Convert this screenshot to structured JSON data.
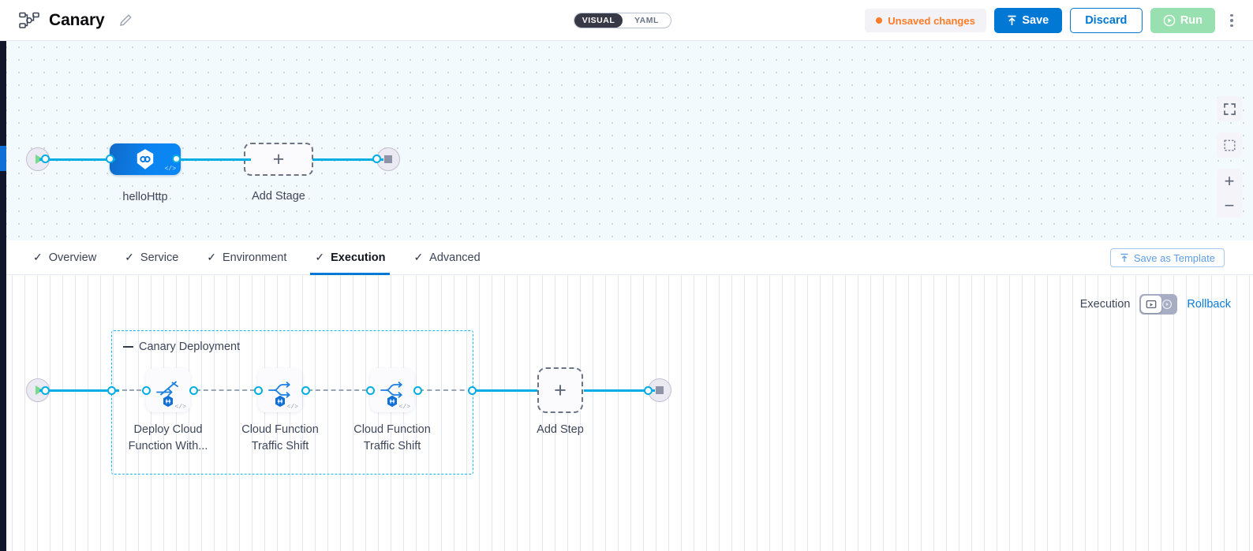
{
  "header": {
    "pipeline_icon": "pipeline-nodes-icon",
    "title": "Canary",
    "edit_icon": "pencil-edit-icon",
    "view_toggle": {
      "options": [
        "VISUAL",
        "YAML"
      ],
      "selected": "VISUAL"
    },
    "unsaved": {
      "label": "Unsaved changes",
      "dot_color": "#ff7b26",
      "text_color": "#ff7b26"
    },
    "save_label": "Save",
    "save_icon": "upload-arrow-icon",
    "discard_label": "Discard",
    "run_label": "Run",
    "run_icon": "play-circle-icon",
    "menu_icon": "kebab-menu-icon",
    "colors": {
      "save_bg": "#0278d5",
      "discard_border": "#0278d5",
      "run_bg": "#99e0b0"
    }
  },
  "stage_canvas": {
    "start_icon": "play-start-icon",
    "end_icon": "stop-end-icon",
    "stage": {
      "name": "helloHttp",
      "icon": "harness-hexagon-icon",
      "code_tag": "</>",
      "color": "#0b87f5"
    },
    "add_stage": {
      "label": "Add Stage",
      "icon": "plus-icon"
    },
    "controls": [
      {
        "name": "fit-to-screen",
        "icon": "expand-corners-icon"
      },
      {
        "name": "selection-box",
        "icon": "dashed-square-icon"
      },
      {
        "name": "zoom-in",
        "icon": "plus-icon"
      },
      {
        "name": "zoom-out",
        "icon": "minus-icon"
      }
    ]
  },
  "tabs": {
    "items": [
      {
        "label": "Overview",
        "checked": true,
        "active": false
      },
      {
        "label": "Service",
        "checked": true,
        "active": false
      },
      {
        "label": "Environment",
        "checked": true,
        "active": false
      },
      {
        "label": "Execution",
        "checked": true,
        "active": true
      },
      {
        "label": "Advanced",
        "checked": true,
        "active": false
      }
    ],
    "check_glyph": "✓",
    "save_template": {
      "label": "Save as Template",
      "icon": "template-upload-icon"
    },
    "active_underline_color": "#0278d5"
  },
  "execution_canvas": {
    "execution_label": "Execution",
    "rollback_label": "Rollback",
    "toggle": {
      "left_icon": "execution-mode-icon",
      "right_icon": "rollback-mode-icon",
      "selected": "Execution"
    },
    "start_icon": "play-start-icon",
    "end_icon": "stop-end-icon",
    "group": {
      "title": "Canary Deployment",
      "collapse_icon": "collapse-dash-icon",
      "border_color": "#19b6ec"
    },
    "steps": [
      {
        "label_line1": "Deploy Cloud",
        "label_line2": "Function With...",
        "icon": "deploy-cloud-function-icon",
        "badge": "harness-hex-badge",
        "code_tag": "</>"
      },
      {
        "label_line1": "Cloud Function",
        "label_line2": "Traffic Shift",
        "icon": "traffic-shift-icon",
        "badge": "harness-hex-badge",
        "code_tag": "</>"
      },
      {
        "label_line1": "Cloud Function",
        "label_line2": "Traffic Shift",
        "icon": "traffic-shift-icon",
        "badge": "harness-hex-badge",
        "code_tag": "</>"
      }
    ],
    "add_step": {
      "label": "Add Step",
      "icon": "plus-icon"
    }
  }
}
